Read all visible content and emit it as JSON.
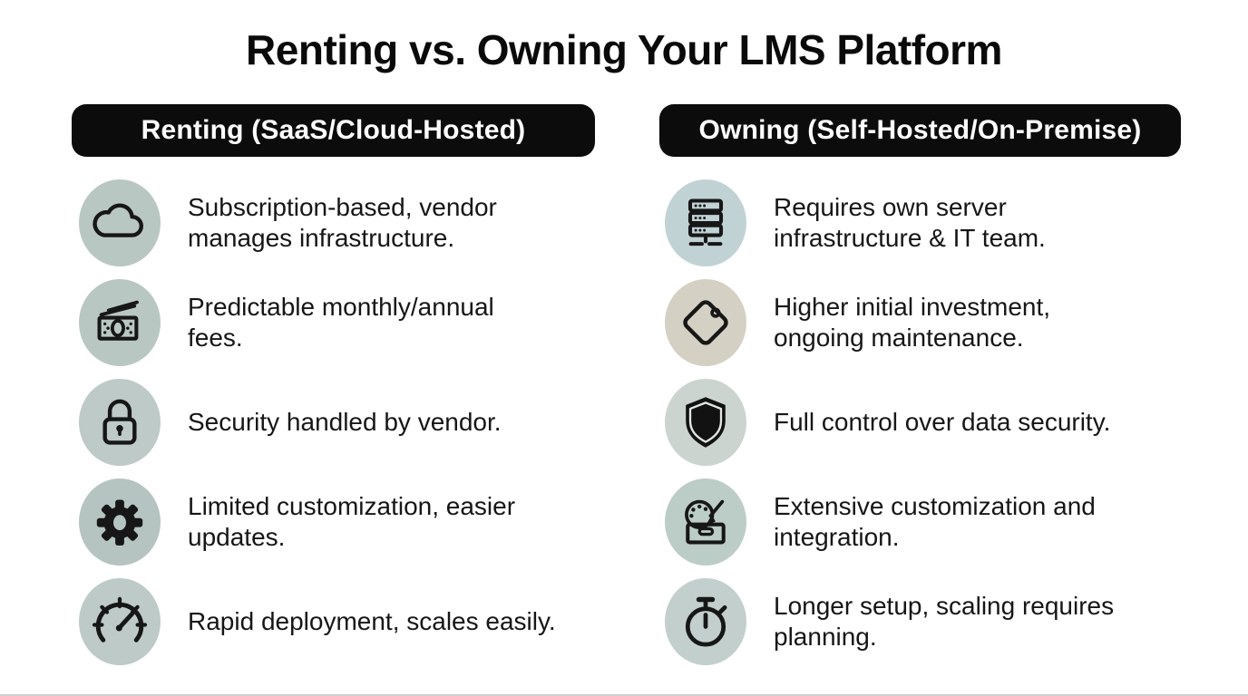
{
  "page": {
    "title": "Renting vs. Owning Your LMS Platform",
    "background_color": "#ffffff",
    "header_pill_color": "#0c0c0c",
    "header_text_color": "#ffffff",
    "body_text_color": "#161616"
  },
  "columns": [
    {
      "header": "Renting (SaaS/Cloud-Hosted)",
      "items": [
        {
          "icon": "cloud-icon",
          "circle_color": "#b9c7c3",
          "text": "Subscription-based, vendor\nmanages infrastructure."
        },
        {
          "icon": "money-icon",
          "circle_color": "#b9c7c3",
          "text": "Predictable monthly/annual\nfees."
        },
        {
          "icon": "lock-icon",
          "circle_color": "#bdcac7",
          "text": "Security handled by vendor."
        },
        {
          "icon": "gear-icon",
          "circle_color": "#b5c4c1",
          "text": "Limited customization, easier\nupdates."
        },
        {
          "icon": "speedometer-icon",
          "circle_color": "#bdcac7",
          "text": "Rapid deployment, scales easily."
        }
      ]
    },
    {
      "header": "Owning (Self-Hosted/On-Premise)",
      "items": [
        {
          "icon": "server-icon",
          "circle_color": "#c1d2d5",
          "text": "Requires own server\ninfrastructure & IT team."
        },
        {
          "icon": "price-tag-icon",
          "circle_color": "#d4d0c4",
          "text": "Higher initial investment,\nongoing maintenance."
        },
        {
          "icon": "shield-icon",
          "circle_color": "#ccd4d0",
          "text": "Full control over data security."
        },
        {
          "icon": "palette-icon",
          "circle_color": "#bcccc6",
          "text": "Extensive customization and\nintegration."
        },
        {
          "icon": "stopwatch-icon",
          "circle_color": "#c2cfcc",
          "text": "Longer setup, scaling requires\nplanning."
        }
      ]
    }
  ]
}
